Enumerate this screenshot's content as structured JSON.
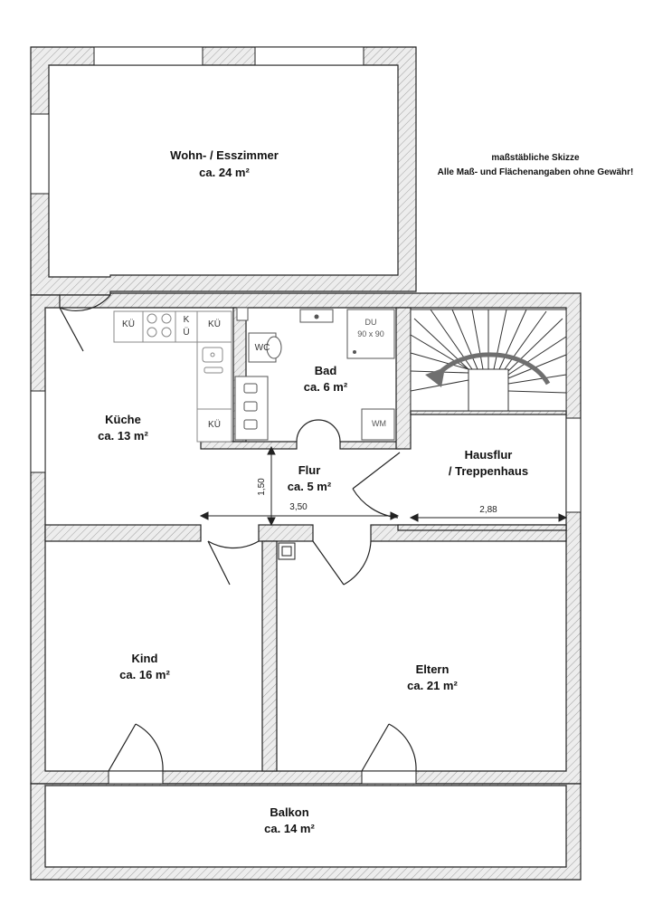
{
  "note": {
    "line1": "maßstäbliche Skizze",
    "line2": "Alle Maß- und Flächenangaben ohne Gewähr!"
  },
  "rooms": {
    "wohn": {
      "name": "Wohn- / Esszimmer",
      "area": "ca. 24 m²"
    },
    "kueche": {
      "name": "Küche",
      "area": "ca. 13 m²"
    },
    "bad": {
      "name": "Bad",
      "area": "ca. 6 m²"
    },
    "flur": {
      "name": "Flur",
      "area": "ca. 5 m²"
    },
    "hausflur": {
      "name": "Hausflur",
      "name2": "/ Treppenhaus"
    },
    "kind": {
      "name": "Kind",
      "area": "ca. 16 m²"
    },
    "eltern": {
      "name": "Eltern",
      "area": "ca. 21 m²"
    },
    "balkon": {
      "name": "Balkon",
      "area": "ca. 14 m²"
    }
  },
  "fixtures": {
    "ku": "KÜ",
    "k": "K",
    "u": "Ü",
    "wc": "WC",
    "du": "DU",
    "du_size": "90 x 90",
    "wm": "WM"
  },
  "dimensions": {
    "flur_height": "1,50",
    "flur_width": "3,50",
    "hausflur_width": "2,88"
  },
  "colors": {
    "wall_fill": "#e6e6e6",
    "wall_stroke": "#222222",
    "hatch": "#9a9a9a",
    "fixture": "#888888",
    "arrow": "#666666"
  }
}
